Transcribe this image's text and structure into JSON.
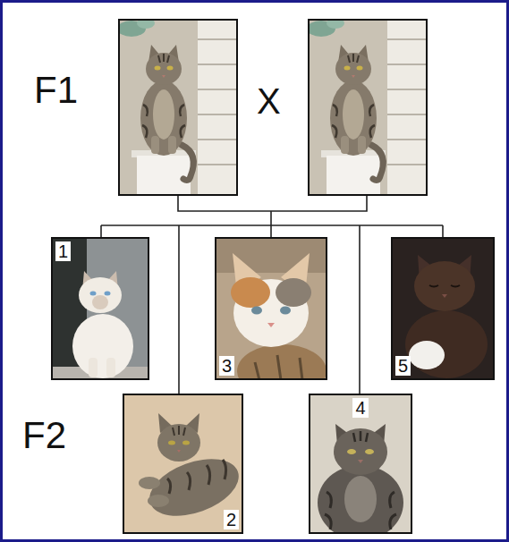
{
  "diagram": {
    "nodes": [
      {
        "text": [
          "1"
        ]
      },
      {
        "text": [
          "2"
        ]
      },
      {
        "text": [
          "3"
        ]
      },
      {
        "text": [
          "4"
        ]
      },
      {
        "text": [
          "5"
        ]
      }
    ],
    "labels": [
      "F1",
      "X",
      "F2"
    ]
  }
}
